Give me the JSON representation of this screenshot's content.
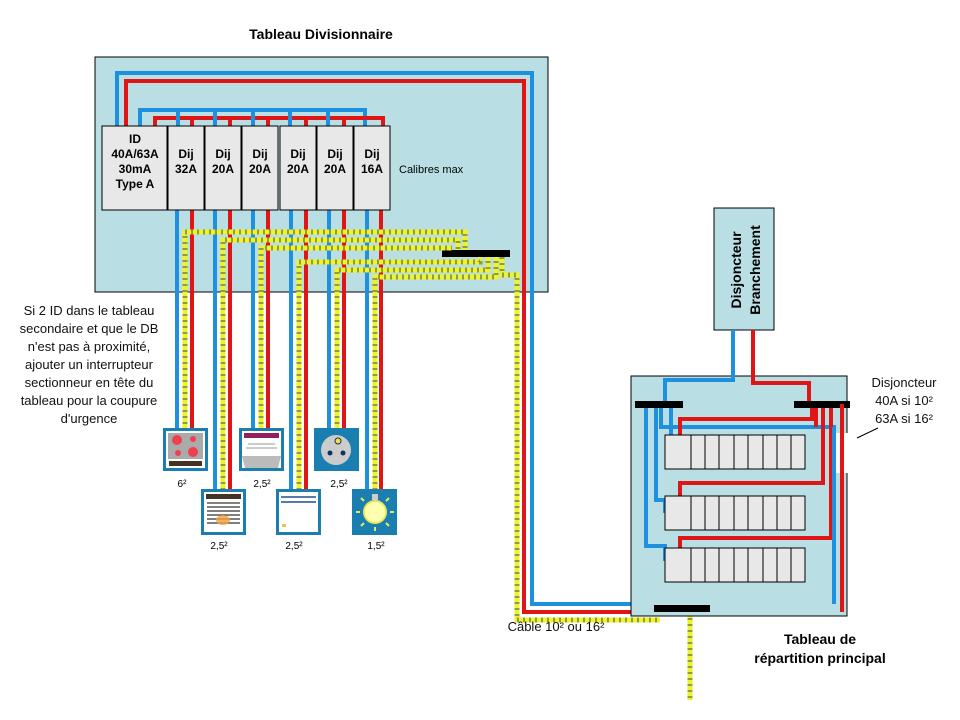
{
  "colors": {
    "phase": "#e01515",
    "neutral": "#1e90e0",
    "earth": "#f2f22a",
    "panel": "#b9dfe4",
    "module": "#e8e8e8"
  },
  "secondary_panel": {
    "title": "Tableau Divisionnaire",
    "id_breaker": {
      "lines": [
        "ID",
        "40A/63A",
        "30mA",
        "Type A"
      ]
    },
    "breakers": [
      {
        "line1": "Dij",
        "line2": "32A"
      },
      {
        "line1": "Dij",
        "line2": "20A"
      },
      {
        "line1": "Dij",
        "line2": "20A"
      },
      {
        "line1": "Dij",
        "line2": "20A"
      },
      {
        "line1": "Dij",
        "line2": "20A"
      },
      {
        "line1": "Dij",
        "line2": "16A"
      }
    ],
    "calibres_label": "Calibres  max"
  },
  "note": {
    "lines": [
      "Si 2 ID dans le tableau",
      "secondaire et que le DB",
      "n'est pas à proximité,",
      "ajouter un interrupteur",
      "sectionneur en tête du",
      "tableau pour la coupure",
      "d'urgence"
    ]
  },
  "appliances": [
    {
      "name": "plaque-cuisson",
      "icon": "cooktop-icon",
      "section": "6²"
    },
    {
      "name": "four",
      "icon": "oven-icon",
      "section": "2,5²"
    },
    {
      "name": "lave-vaisselle",
      "icon": "dishwasher-icon",
      "section": "2,5²"
    },
    {
      "name": "lave-linge",
      "icon": "washing-machine-icon",
      "section": "2,5²"
    },
    {
      "name": "prise",
      "icon": "socket-icon",
      "section": "2,5²"
    },
    {
      "name": "eclairage",
      "icon": "light-bulb-icon",
      "section": "1,5²"
    }
  ],
  "branch_breaker": {
    "lines": [
      "Disjoncteur",
      "Branchement"
    ]
  },
  "main_panel": {
    "title_lines": [
      "Tableau de",
      "répartition principal"
    ],
    "breaker_note": [
      "Disjoncteur",
      "40A si 10²",
      "63A si 16²"
    ],
    "rows": 3,
    "modules_per_row": 9
  },
  "cable_label": "Câble 10² ou 16²"
}
